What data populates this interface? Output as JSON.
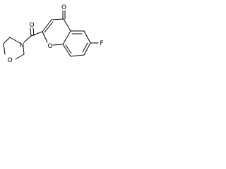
{
  "molecule": {
    "atoms": {
      "ketone_oxygen": "O",
      "carbonyl_oxygen": "O",
      "ring_oxygen": "O",
      "morpholine_nitrogen": "N",
      "morpholine_oxygen": "O",
      "fluorine": "F"
    }
  }
}
